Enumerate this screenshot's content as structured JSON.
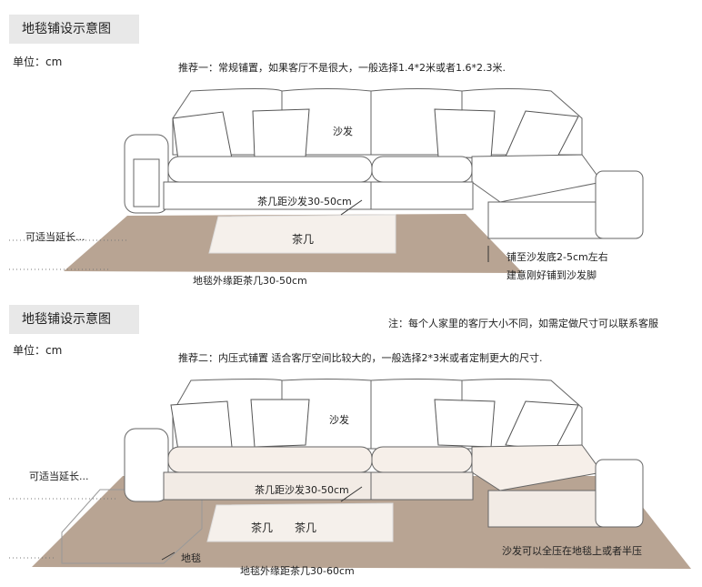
{
  "panel1": {
    "header": "地毯铺设示意图",
    "unit": "单位：cm",
    "recommend": "推荐一：常规铺置，如果客厅不是很大，一般选择1.4*2米或者1.6*2.3米.",
    "sofa_label": "沙发",
    "table_gap": "茶几距沙发30-50cm",
    "table_label": "茶几",
    "extend": "可适当延长...",
    "edge_note": "铺至沙发底2-5cm左右",
    "suggest": "建意刚好铺到沙发脚",
    "rug_margin": "地毯外缘距茶几30-50cm"
  },
  "panel2": {
    "header": "地毯铺设示意图",
    "note": "注：每个人家里的客厅大小不同，如需定做尺寸可以联系客服",
    "unit": "单位：cm",
    "recommend": "推荐二：内压式铺置 适合客厅空间比较大的，一般选择2*3米或者定制更大的尺寸.",
    "sofa_label": "沙发",
    "table_gap": "茶几距沙发30-50cm",
    "table_label": "茶几　　茶几",
    "extend": "可适当延长...",
    "rug_label": "地毯",
    "rug_margin": "地毯外缘距茶几30-60cm",
    "sofa_note": "沙发可以全压在地毯上或者半压"
  },
  "colors": {
    "rug": "#b8a493",
    "header_bg": "#e8e8e8"
  }
}
